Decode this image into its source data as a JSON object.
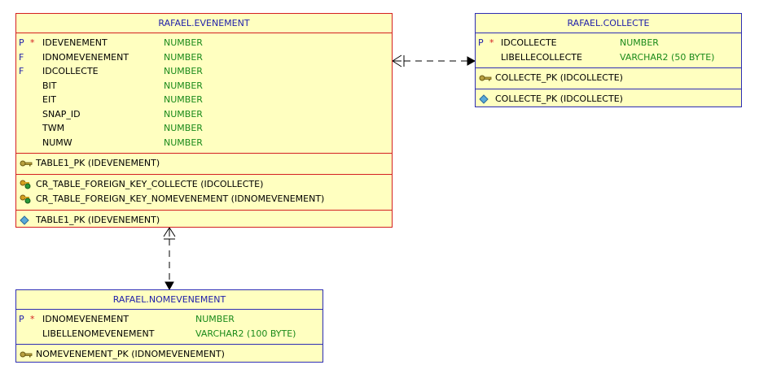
{
  "evenement": {
    "title": "RAFAEL.EVENEMENT",
    "columns": [
      {
        "flag": "P",
        "star": "*",
        "name": "IDEVENEMENT",
        "type": "NUMBER"
      },
      {
        "flag": "F",
        "star": "",
        "name": "IDNOMEVENEMENT",
        "type": "NUMBER"
      },
      {
        "flag": "F",
        "star": "",
        "name": "IDCOLLECTE",
        "type": "NUMBER"
      },
      {
        "flag": "",
        "star": "",
        "name": "BIT",
        "type": "NUMBER"
      },
      {
        "flag": "",
        "star": "",
        "name": "EIT",
        "type": "NUMBER"
      },
      {
        "flag": "",
        "star": "",
        "name": "SNAP_ID",
        "type": "NUMBER"
      },
      {
        "flag": "",
        "star": "",
        "name": "TWM",
        "type": "NUMBER"
      },
      {
        "flag": "",
        "star": "",
        "name": "NUMW",
        "type": "NUMBER"
      }
    ],
    "primary_key": "TABLE1_PK (IDEVENEMENT)",
    "foreign_keys": [
      "CR_TABLE_FOREIGN_KEY_COLLECTE (IDCOLLECTE)",
      "CR_TABLE_FOREIGN_KEY_NOMEVENEMENT (IDNOMEVENEMENT)"
    ],
    "index": "TABLE1_PK (IDEVENEMENT)"
  },
  "collecte": {
    "title": "RAFAEL.COLLECTE",
    "columns": [
      {
        "flag": "P",
        "star": "*",
        "name": "IDCOLLECTE",
        "type": "NUMBER"
      },
      {
        "flag": "",
        "star": "",
        "name": "LIBELLECOLLECTE",
        "type": "VARCHAR2 (50 BYTE)"
      }
    ],
    "primary_key": "COLLECTE_PK (IDCOLLECTE)",
    "index": "COLLECTE_PK (IDCOLLECTE)"
  },
  "nomevenement": {
    "title": "RAFAEL.NOMEVENEMENT",
    "columns": [
      {
        "flag": "P",
        "star": "*",
        "name": "IDNOMEVENEMENT",
        "type": "NUMBER"
      },
      {
        "flag": "",
        "star": "",
        "name": "LIBELLENOMEVENEMENT",
        "type": "VARCHAR2 (100 BYTE)"
      }
    ],
    "primary_key": "NOMEVENEMENT_PK (IDNOMEVENEMENT)"
  },
  "colors": {
    "table_fill": "#ffffc0",
    "selected_border": "#d42020",
    "border": "#2d2db4",
    "type_text": "#1a8a1a",
    "relation_line": "#000000"
  },
  "icons": {
    "primary_key": "key-icon",
    "foreign_key": "foreign-key-icon",
    "index": "index-diamond-icon"
  }
}
